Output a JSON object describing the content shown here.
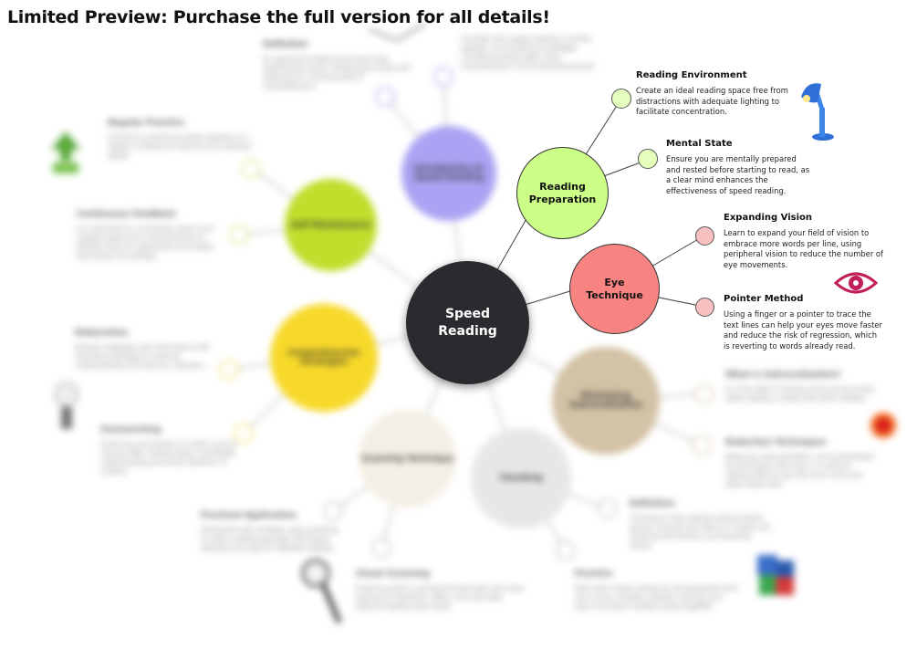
{
  "banner": "Limited Preview: Purchase the full version for all details!",
  "center": {
    "line1": "Speed",
    "line2": "Reading"
  },
  "reading_prep": {
    "line1": "Reading",
    "line2": "Preparation",
    "color": "#ccff88",
    "items": [
      {
        "title": "Reading Environment",
        "text": "Create an ideal reading space free from distractions with adequate lighting to facilitate concentration."
      },
      {
        "title": "Mental State",
        "text": "Ensure you are mentally prepared and rested before starting to read, as a clear mind enhances the effectiveness of speed reading."
      }
    ]
  },
  "eye_technique": {
    "line1": "Eye",
    "line2": "Technique",
    "color": "#f88482",
    "items": [
      {
        "title": "Expanding Vision",
        "text": "Learn to expand your field of vision to embrace more words per line, using peripheral vision to reduce the number of eye movements."
      },
      {
        "title": "Pointer Method",
        "text": "Using a finger or a pointer to trace the text lines can help your eyes move faster and reduce the risk of regression, which is reverting to  words already read."
      }
    ]
  },
  "colors": {
    "center": "#2a2b2f",
    "intro": "#aaa3f3",
    "self_maint": "#c2dd2c",
    "comprehension": "#f7d92a",
    "scanning": "#f4efe4",
    "chunking": "#e7e7e7",
    "subvocal": "#d3c2a5"
  },
  "icons": [
    "desk-lamp-icon",
    "eye-icon",
    "recycle-icon",
    "lightbulb-icon",
    "magnifier-icon",
    "blocks-icon",
    "target-icon"
  ]
}
